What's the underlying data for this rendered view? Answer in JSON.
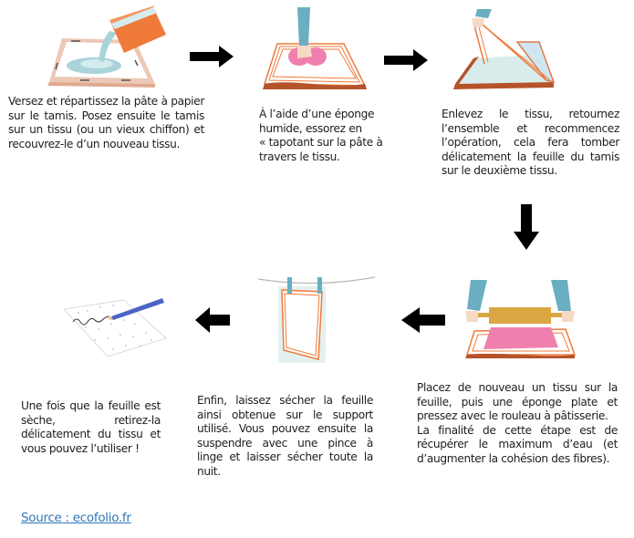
{
  "steps": [
    {
      "index": 1,
      "illustration": "pour-paper-pulp-onto-screen",
      "text": "Versez et répartissez la pâte à papier sur le tamis. Posez ensuite le tamis sur un tissu (ou un vieux chiffon) et recouvrez-le d’un nouveau tissu."
    },
    {
      "index": 2,
      "illustration": "sponge-press-on-cloth",
      "text_lines": [
        "À l’aide d’une éponge",
        "humide, essorez en",
        "« tapotant sur la pâte à",
        "travers le tissu."
      ]
    },
    {
      "index": 3,
      "illustration": "lift-cloth-flip-screen",
      "text": "Enlevez le tissu, retournez l’ensemble et recommencez l’opération, cela fera tomber délicatement la feuille du tamis sur le deuxième tissu."
    },
    {
      "index": 4,
      "illustration": "rolling-pin-press",
      "text": "Placez de nouveau un tissu sur la feuille, puis une éponge plate et pressez avec le rouleau à pâtisserie.",
      "text2": "La finalité de cette étape est de récupérer le maximum d’eau (et d’augmenter la cohésion des fibres)."
    },
    {
      "index": 5,
      "illustration": "sheet-hanging-on-clothesline",
      "text": "Enfin, laissez sécher la feuille ainsi obtenue sur le support utilisé. Vous pouvez ensuite la suspendre avec une pince à linge et laisser sécher toute la nuit."
    },
    {
      "index": 6,
      "illustration": "pencil-writing-on-paper",
      "text": "Une fois que la feuille est sèche, retirez-la délicatement du tissu et vous pouvez l’utiliser !"
    }
  ],
  "arrows": [
    {
      "from": 1,
      "to": 2,
      "direction": "right"
    },
    {
      "from": 2,
      "to": 3,
      "direction": "right"
    },
    {
      "from": 3,
      "to": 4,
      "direction": "down"
    },
    {
      "from": 4,
      "to": 5,
      "direction": "left"
    },
    {
      "from": 5,
      "to": 6,
      "direction": "left"
    }
  ],
  "source": {
    "label": "Source : ecofolio.fr"
  },
  "colors": {
    "arrow": "#000000",
    "text": "#1e1e1e",
    "link": "#2e75b6",
    "orange": "#f07a3a",
    "frame": "#e9b9a3",
    "blue_sleeve": "#6aaec1",
    "pink_sponge": "#ef80ae",
    "rolling_pin": "#dba742",
    "pulp": "#a9d3d9"
  }
}
